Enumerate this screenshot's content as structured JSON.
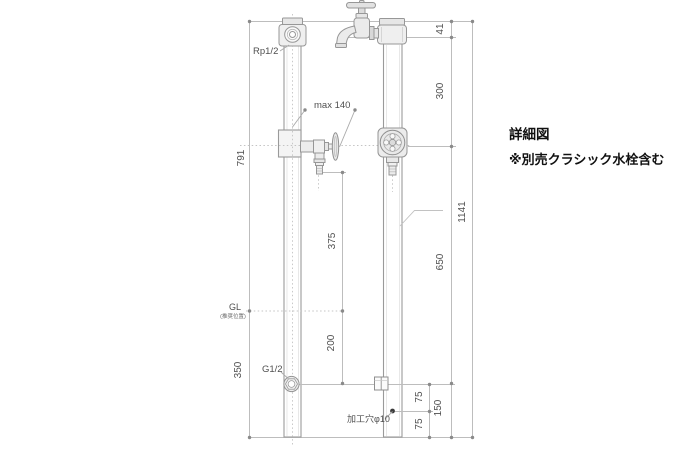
{
  "annotations": {
    "detail_title": "詳細図",
    "note": "※別売クラシック水栓含む"
  },
  "labels": {
    "top_port": "Rp1/2",
    "bottom_port": "G1/2",
    "ground_line": "GL",
    "ground_line_sub": "(推奨位置)",
    "spout_reach": "max 140",
    "drill_hole": "加工穴φ10"
  },
  "dimensions": {
    "total_height": "1141",
    "top_offset": "41",
    "upper_section": "300",
    "lower_section": "650",
    "base_section": "150",
    "left_above_gl": "791",
    "left_below_gl": "350",
    "spout_to_gl": "375",
    "gl_to_inlet": "200",
    "hole_upper": "75",
    "hole_lower": "75"
  },
  "colors": {
    "outline": "#9a9a9a",
    "dim_line": "#bdbdbd",
    "dim_text": "#4f4f4f",
    "note_text": "#111111"
  }
}
